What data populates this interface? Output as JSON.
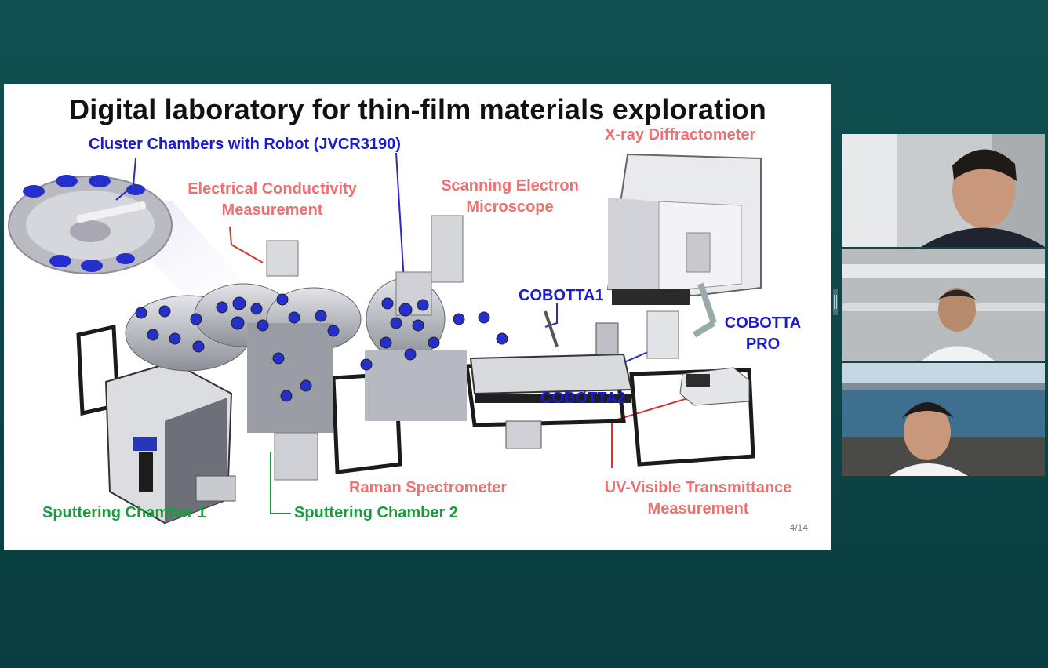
{
  "slide": {
    "title": "Digital laboratory for thin-film materials exploration",
    "page_indicator": "4/14",
    "labels": {
      "cluster": "Cluster Chambers with Robot (JVCR3190)",
      "electrical_line1": "Electrical Conductivity",
      "electrical_line2": "Measurement",
      "sem_line1": "Scanning Electron",
      "sem_line2": "Microscope",
      "xrd": "X-ray Diffractometer",
      "cobotta1": "COBOTTA1",
      "cobotta_pro_line1": "COBOTTA",
      "cobotta_pro_line2": "PRO",
      "cobotta2": "COBOTTA2",
      "raman": "Raman Spectrometer",
      "uv_line1": "UV-Visible Transmittance",
      "uv_line2": "Measurement",
      "sputter1": "Sputtering Chamber 1",
      "sputter2": "Sputtering Chamber 2"
    }
  },
  "participants": [
    {
      "name": "",
      "active": true
    },
    {
      "name": "",
      "active": false
    },
    {
      "name": "",
      "active": false
    }
  ],
  "colors": {
    "background": "#104f50",
    "label_pink": "#ee7070",
    "label_blue": "#1a1acf",
    "label_green": "#1b9a3e",
    "active_speaker": "#3ed08f"
  }
}
